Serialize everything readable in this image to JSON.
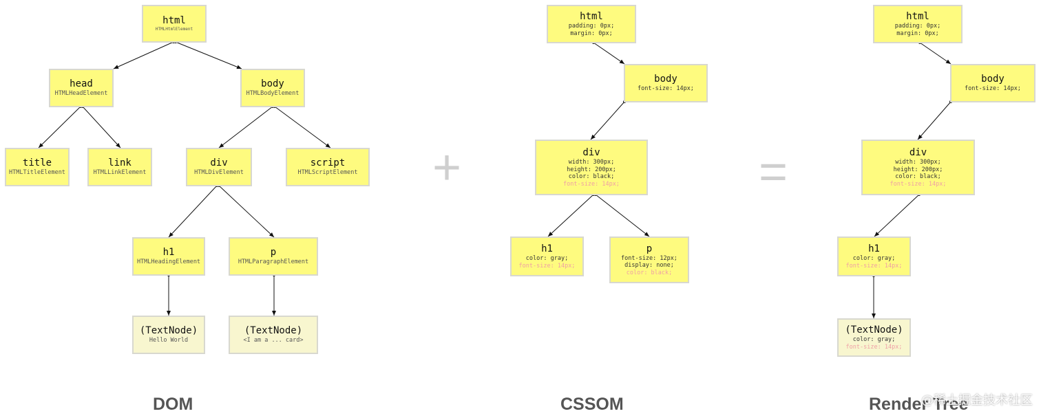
{
  "dom": {
    "caption": "DOM",
    "nodes": {
      "html": {
        "tag": "html",
        "type": "HTMLHtmlElement"
      },
      "head": {
        "tag": "head",
        "type": "HTMLHeadElement"
      },
      "body": {
        "tag": "body",
        "type": "HTMLBodyElement"
      },
      "title": {
        "tag": "title",
        "type": "HTMLTitleElement"
      },
      "link": {
        "tag": "link",
        "type": "HTMLLinkElement"
      },
      "div": {
        "tag": "div",
        "type": "HTMLDivElement"
      },
      "script": {
        "tag": "script",
        "type": "HTMLScriptElement"
      },
      "h1": {
        "tag": "h1",
        "type": "HTMLHeadingElement"
      },
      "p": {
        "tag": "p",
        "type": "HTMLParagraphElement"
      },
      "text1": {
        "tag": "(TextNode)",
        "content": "Hello World"
      },
      "text2": {
        "tag": "(TextNode)",
        "content": "<I am a ... card>"
      }
    }
  },
  "operators": {
    "plus": "+",
    "equals": "="
  },
  "cssom": {
    "caption": "CSSOM",
    "nodes": {
      "html": {
        "tag": "html",
        "props": [
          "padding: 0px;",
          "margin: 0px;"
        ]
      },
      "body": {
        "tag": "body",
        "props": [
          "font-size: 14px;"
        ]
      },
      "div": {
        "tag": "div",
        "props": [
          "width: 300px;",
          "height: 200px;",
          "color: black;"
        ],
        "inherited": [
          "font-size: 14px;"
        ]
      },
      "h1": {
        "tag": "h1",
        "props": [
          "color: gray;"
        ],
        "inherited": [
          "font-size: 14px;"
        ]
      },
      "p": {
        "tag": "p",
        "props": [
          "font-size: 12px;",
          "display: none;"
        ],
        "inherited": [
          "color: black;"
        ]
      }
    }
  },
  "render": {
    "caption": "Render Tree",
    "nodes": {
      "html": {
        "tag": "html",
        "props": [
          "padding: 0px;",
          "margin: 0px;"
        ]
      },
      "body": {
        "tag": "body",
        "props": [
          "font-size: 14px;"
        ]
      },
      "div": {
        "tag": "div",
        "props": [
          "width: 300px;",
          "height: 200px;",
          "color: black;"
        ],
        "inherited": [
          "font-size: 14px;"
        ]
      },
      "h1": {
        "tag": "h1",
        "props": [
          "color: gray;"
        ],
        "inherited": [
          "font-size: 14px;"
        ]
      },
      "text": {
        "tag": "(TextNode)",
        "props": [
          "color: gray;"
        ],
        "inherited": [
          "font-size: 14px;"
        ]
      }
    }
  },
  "watermark": "@稀土掘金技术社区"
}
